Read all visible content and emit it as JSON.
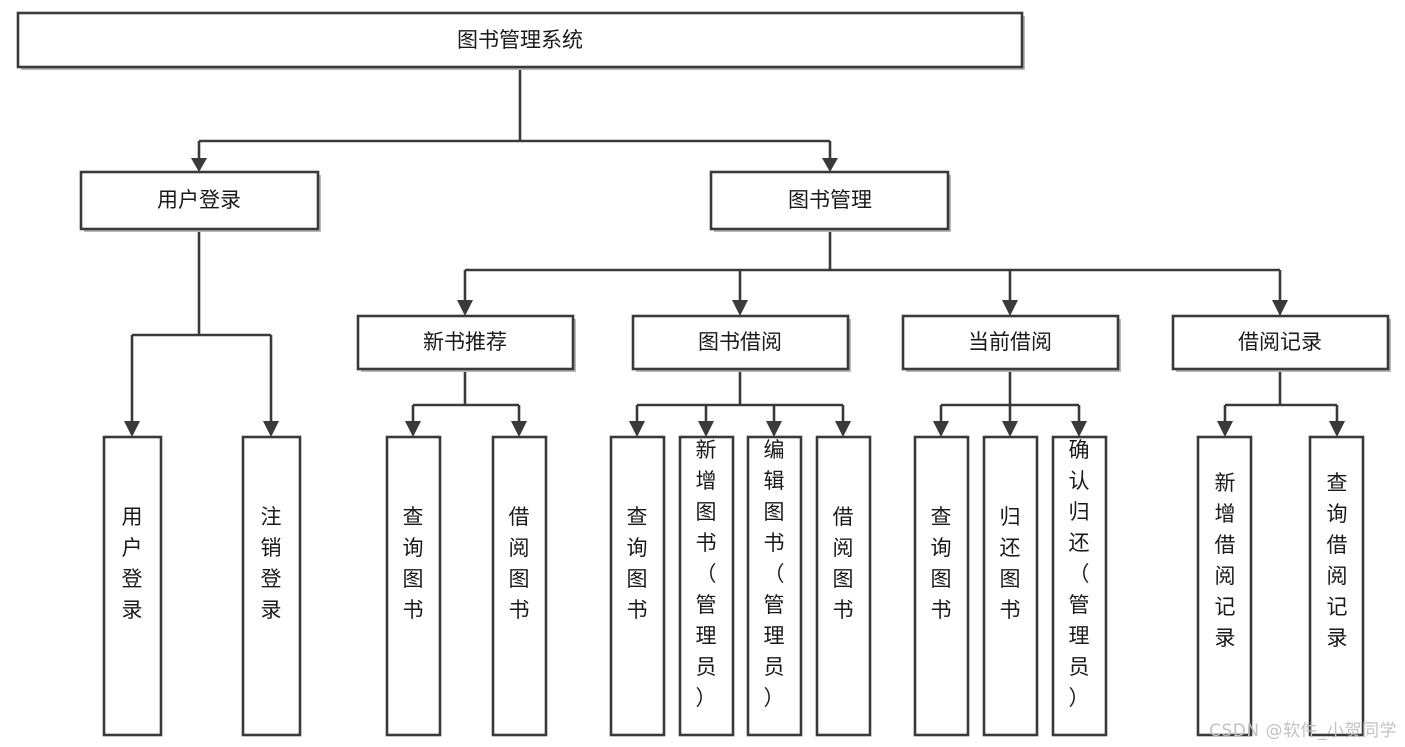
{
  "diagram": {
    "type": "tree-hierarchy",
    "title": "图书管理系统",
    "orientation": "top-down",
    "watermark": "CSDN @软件_小贺同学",
    "colors": {
      "stroke": "#3a3a3a",
      "fill": "#ffffff",
      "text": "#1a1a1a",
      "watermark": "#c2c2c2"
    },
    "levels": [
      {
        "level": 1,
        "nodes": [
          {
            "id": "root",
            "label": "图书管理系统",
            "orientation": "horizontal"
          }
        ]
      },
      {
        "level": 2,
        "nodes": [
          {
            "id": "login",
            "label": "用户登录",
            "orientation": "horizontal",
            "parent": "root"
          },
          {
            "id": "bookmgmt",
            "label": "图书管理",
            "orientation": "horizontal",
            "parent": "root"
          }
        ]
      },
      {
        "level": 3,
        "nodes": [
          {
            "id": "newbook",
            "label": "新书推荐",
            "orientation": "horizontal",
            "parent": "bookmgmt"
          },
          {
            "id": "borrow",
            "label": "图书借阅",
            "orientation": "horizontal",
            "parent": "bookmgmt"
          },
          {
            "id": "current",
            "label": "当前借阅",
            "orientation": "horizontal",
            "parent": "bookmgmt"
          },
          {
            "id": "records",
            "label": "借阅记录",
            "orientation": "horizontal",
            "parent": "bookmgmt"
          }
        ]
      },
      {
        "level": 4,
        "nodes": [
          {
            "id": "leaf-user-login",
            "label": "用户登录",
            "orientation": "vertical",
            "parent": "login"
          },
          {
            "id": "leaf-user-logout",
            "label": "注销登录",
            "orientation": "vertical",
            "parent": "login"
          },
          {
            "id": "leaf-query-book-1",
            "label": "查询图书",
            "orientation": "vertical",
            "parent": "newbook"
          },
          {
            "id": "leaf-borrow-book-1",
            "label": "借阅图书",
            "orientation": "vertical",
            "parent": "newbook"
          },
          {
            "id": "leaf-query-book-2",
            "label": "查询图书",
            "orientation": "vertical",
            "parent": "borrow"
          },
          {
            "id": "leaf-add-book",
            "label": "新增图书（管理员）",
            "orientation": "vertical",
            "parent": "borrow"
          },
          {
            "id": "leaf-edit-book",
            "label": "编辑图书（管理员）",
            "orientation": "vertical",
            "parent": "borrow"
          },
          {
            "id": "leaf-borrow-book-2",
            "label": "借阅图书",
            "orientation": "vertical",
            "parent": "borrow"
          },
          {
            "id": "leaf-query-book-3",
            "label": "查询图书",
            "orientation": "vertical",
            "parent": "current"
          },
          {
            "id": "leaf-return-book",
            "label": "归还图书",
            "orientation": "vertical",
            "parent": "current"
          },
          {
            "id": "leaf-confirm-return",
            "label": "确认归还（管理员）",
            "orientation": "vertical",
            "parent": "current"
          },
          {
            "id": "leaf-add-record",
            "label": "新增借阅记录",
            "orientation": "vertical",
            "parent": "records"
          },
          {
            "id": "leaf-query-record",
            "label": "查询借阅记录",
            "orientation": "vertical",
            "parent": "records"
          }
        ]
      }
    ]
  }
}
